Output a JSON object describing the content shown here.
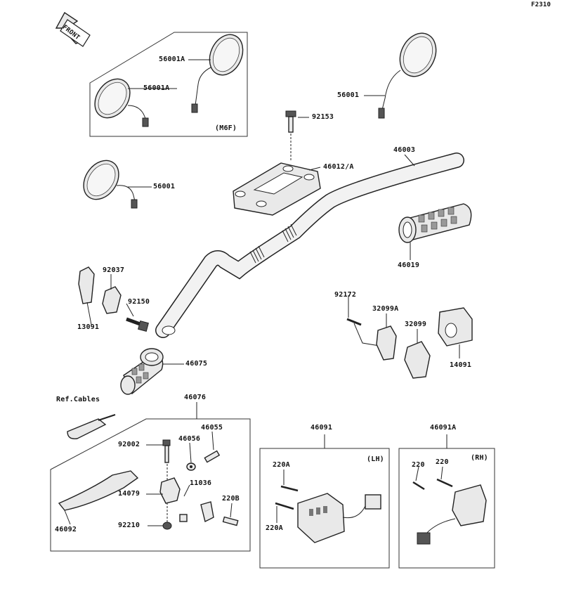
{
  "diagram": {
    "code": "F2310",
    "front_label": "FRONT",
    "ref_cables": "Ref.Cables",
    "groups": {
      "m6f": "(M6F)",
      "lh": "(LH)",
      "rh": "(RH)"
    },
    "labels": {
      "p56001A_top": "56001A",
      "p56001A_left": "56001A",
      "p56001_right": "56001",
      "p56001_left": "56001",
      "p92153": "92153",
      "p46012A": "46012/A",
      "p46003": "46003",
      "p46019": "46019",
      "p92037": "92037",
      "p92150": "92150",
      "p13091": "13091",
      "p46075": "46075",
      "p92172": "92172",
      "p32099A": "32099A",
      "p32099": "32099",
      "p14091": "14091",
      "p46076": "46076",
      "p46055": "46055",
      "p46056": "46056",
      "p92002": "92002",
      "p14079": "14079",
      "p11036": "11036",
      "p220B": "220B",
      "p92210": "92210",
      "p46092": "46092",
      "p46091": "46091",
      "p46091A": "46091A",
      "p220A_top": "220A",
      "p220A_bottom": "220A",
      "p220_a": "220",
      "p220_b": "220"
    }
  }
}
